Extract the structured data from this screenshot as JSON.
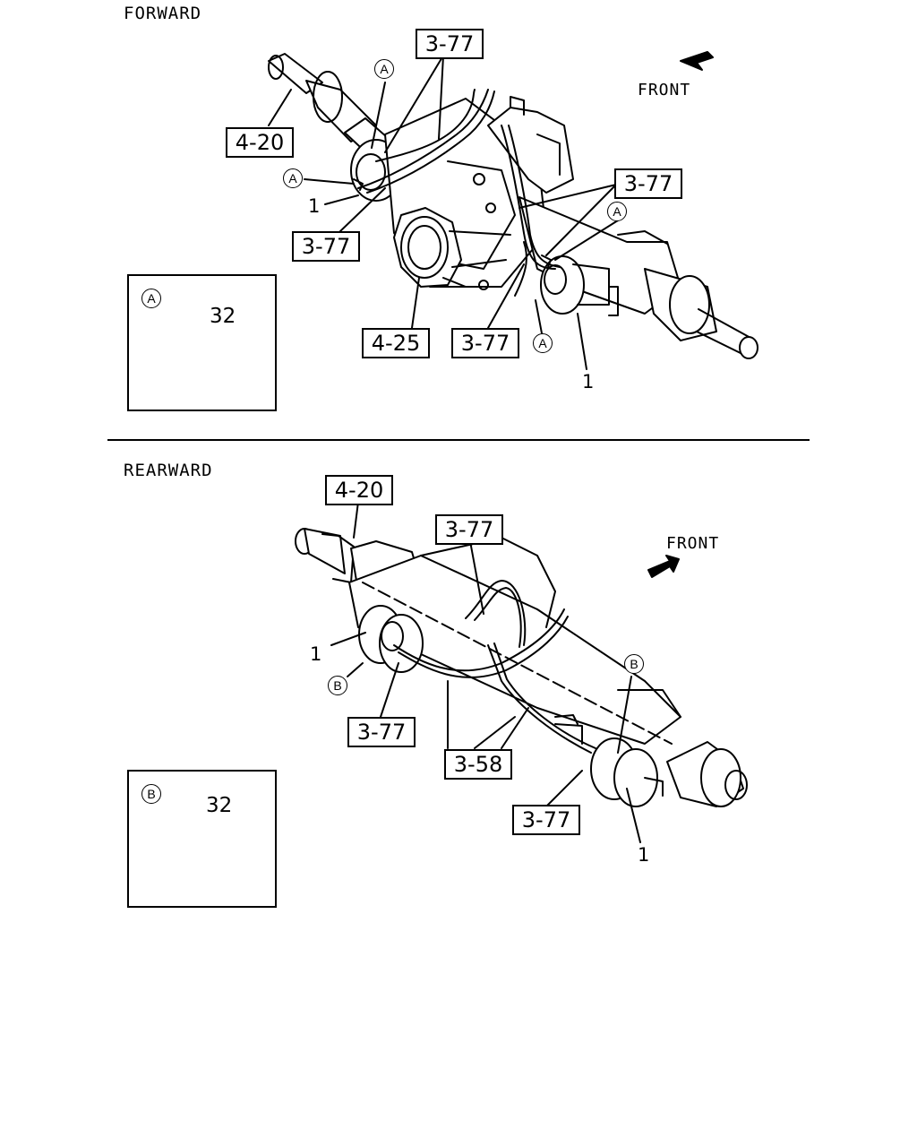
{
  "sections": {
    "forward": {
      "title": "FORWARD",
      "front_label": "FRONT",
      "ref_boxes": [
        "3-77",
        "4-20",
        "3-77",
        "3-77",
        "4-25",
        "3-77"
      ],
      "callouts": [
        "1",
        "1"
      ],
      "markers": [
        "A",
        "A",
        "A",
        "A"
      ],
      "detail": {
        "marker": "A",
        "part_number": "32"
      }
    },
    "rearward": {
      "title": "REARWARD",
      "front_label": "FRONT",
      "ref_boxes": [
        "4-20",
        "3-77",
        "3-77",
        "3-58",
        "3-77"
      ],
      "callouts": [
        "1",
        "1"
      ],
      "markers": [
        "B",
        "B"
      ],
      "detail": {
        "marker": "B",
        "part_number": "32"
      }
    }
  },
  "colors": {
    "ink": "#000000",
    "paper": "#ffffff"
  }
}
